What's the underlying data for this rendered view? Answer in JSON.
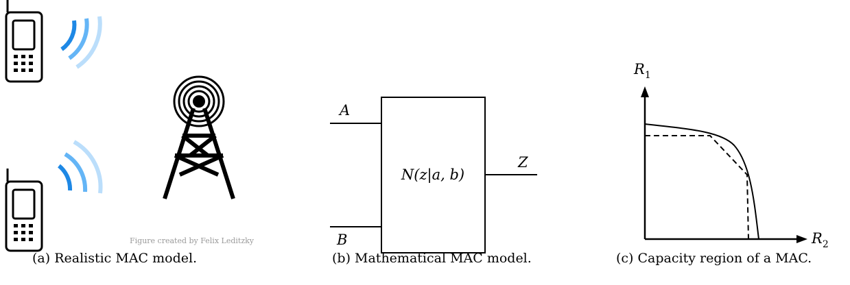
{
  "panel_a": {
    "caption": "(a) Realistic MAC model.",
    "credit": "Figure created by Felix Leditzky",
    "colors": {
      "wave_1": "#1e88e5",
      "wave_2": "#64b5f6",
      "wave_3": "#bbdefb"
    }
  },
  "panel_b": {
    "caption": "(b) Mathematical MAC model.",
    "input_a": "A",
    "input_b": "B",
    "output": "Z",
    "channel": "N(z|a, b)"
  },
  "panel_c": {
    "caption": "(c) Capacity region of a MAC.",
    "y_axis": {
      "symbol": "R",
      "subscript": "1"
    },
    "x_axis": {
      "symbol": "R",
      "subscript": "2"
    }
  }
}
